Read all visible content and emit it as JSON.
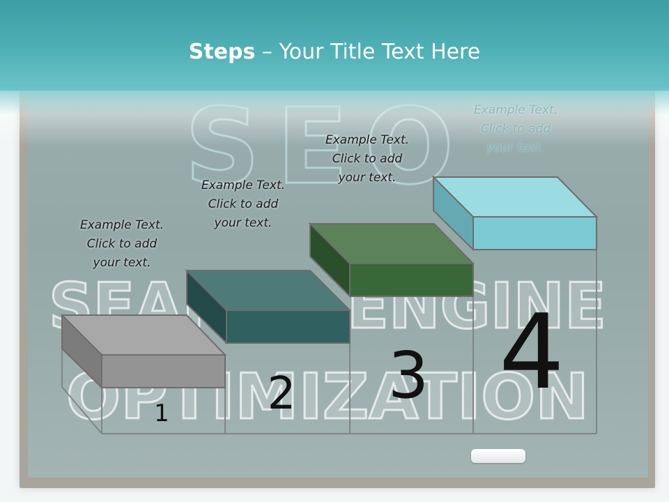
{
  "slide": {
    "title_bold": "Steps",
    "title_rest": " – Your Title Text Here"
  },
  "steps": [
    {
      "number": "1",
      "color": "#909090",
      "text_lines": [
        "Example Text.",
        "Click  to add",
        "your text."
      ]
    },
    {
      "number": "2",
      "color": "#2f6262",
      "text_lines": [
        "Example Text.",
        "Click  to add",
        "your text."
      ]
    },
    {
      "number": "3",
      "color": "#3a6a3a",
      "text_lines": [
        "Example Text.",
        "Click  to add",
        "your text."
      ]
    },
    {
      "number": "4",
      "color": "#7cc8d2",
      "text_lines": [
        "Example Text.",
        "Click  to add",
        "your text."
      ]
    }
  ],
  "background": {
    "chalk_words": [
      "SEO",
      "SEARCH ENGINE",
      "OPTIMIZATION"
    ]
  }
}
